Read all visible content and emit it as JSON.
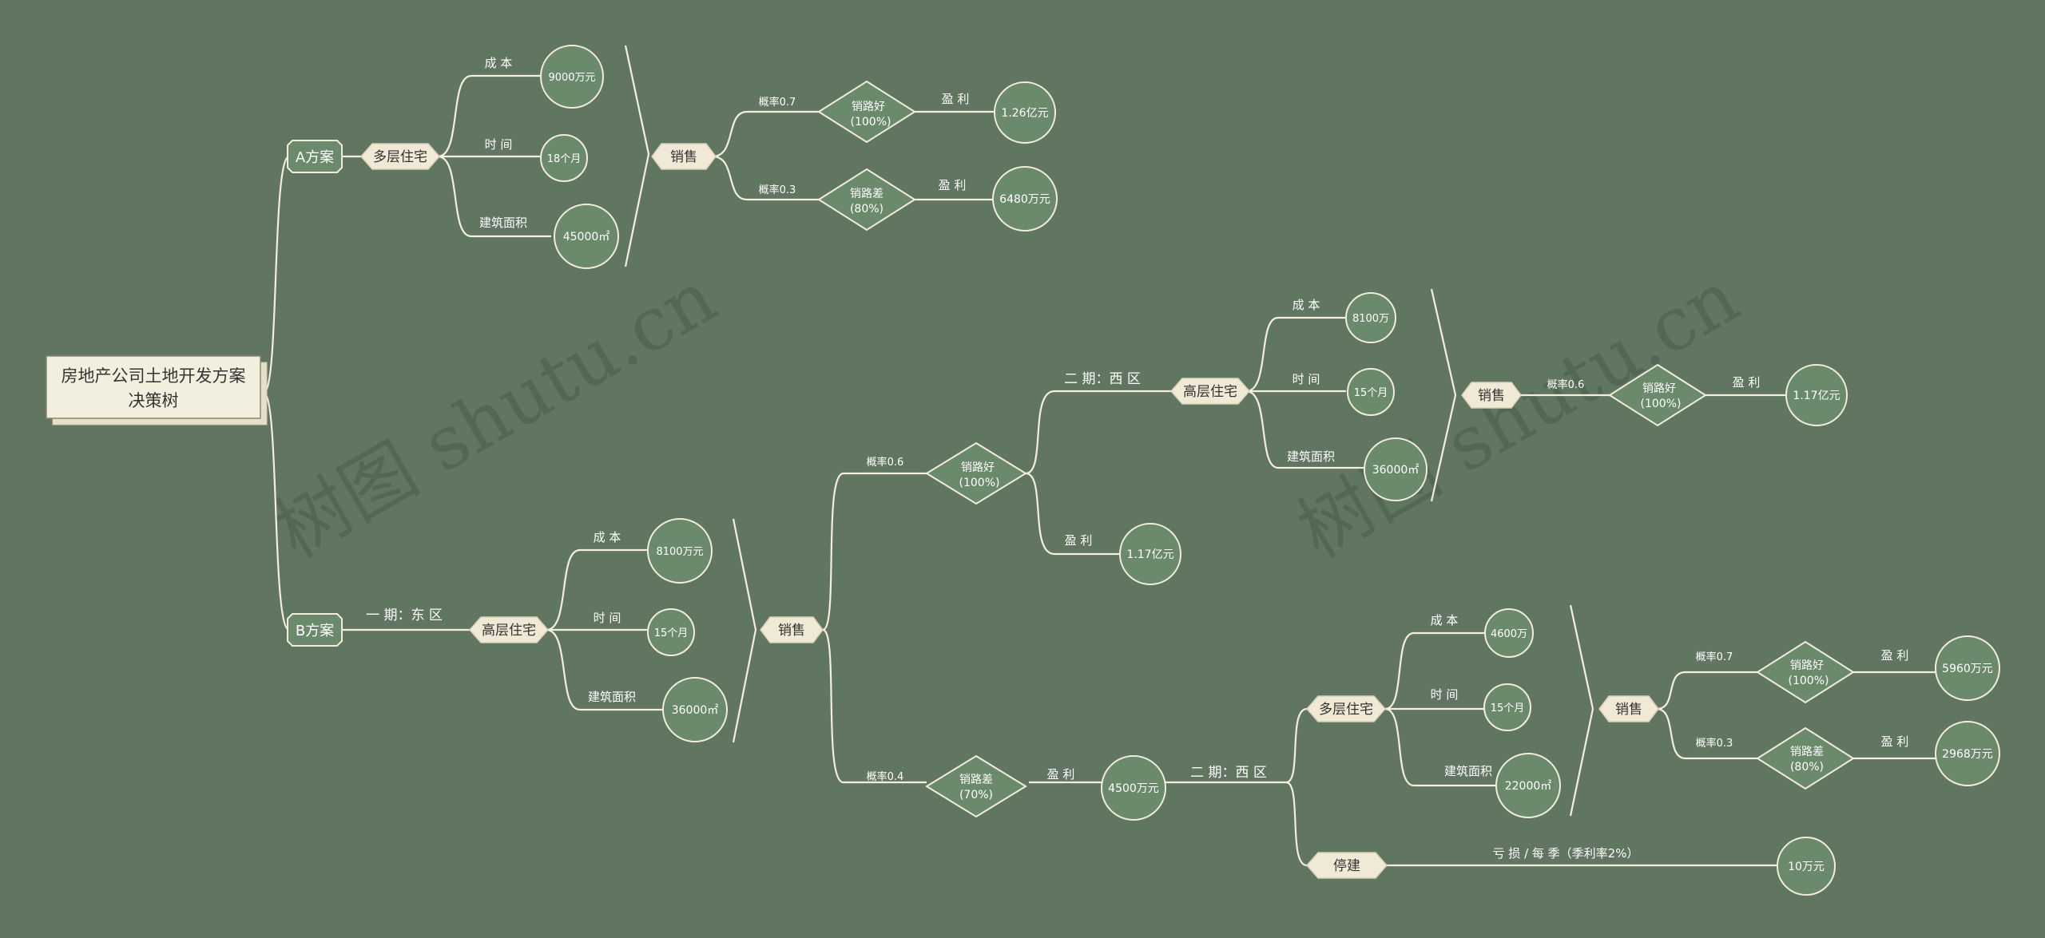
{
  "root": {
    "title_line1": "房地产公司土地开发方案",
    "title_line2": "决策树"
  },
  "watermark": {
    "text": "树图 shutu.cn"
  },
  "plan_a": {
    "label": "A方案",
    "building": "多层住宅",
    "cost_label": "成 本",
    "cost_value": "9000万元",
    "time_label": "时 间",
    "time_value": "18个月",
    "area_label": "建筑面积",
    "area_value": "45000㎡",
    "sale": "销售",
    "good_prob": "概率0.7",
    "good_line1": "销路好",
    "good_line2": "(100%)",
    "good_profit_label": "盈 利",
    "good_profit": "1.26亿元",
    "bad_prob": "概率0.3",
    "bad_line1": "销路差",
    "bad_line2": "(80%)",
    "bad_profit_label": "盈 利",
    "bad_profit": "6480万元"
  },
  "plan_b": {
    "label": "B方案",
    "phase1": "一 期：东 区",
    "building": "高层住宅",
    "cost_label": "成 本",
    "cost_value": "8100万元",
    "time_label": "时 间",
    "time_value": "15个月",
    "area_label": "建筑面积",
    "area_value": "36000㎡",
    "sale": "销售",
    "good_prob": "概率0.6",
    "good_line1": "销路好",
    "good_line2": "(100%)",
    "good_profit_label": "盈 利",
    "good_profit": "1.17亿元",
    "bad_prob": "概率0.4",
    "bad_line1": "销路差",
    "bad_line2": "(70%)",
    "bad_profit_label": "盈 利",
    "bad_profit": "4500万元",
    "west_good": {
      "phase": "二 期：西 区",
      "building": "高层住宅",
      "cost_label": "成 本",
      "cost_value": "8100万",
      "time_label": "时 间",
      "time_value": "15个月",
      "area_label": "建筑面积",
      "area_value": "36000㎡",
      "sale": "销售",
      "prob": "概率0.6",
      "line1": "销路好",
      "line2": "(100%)",
      "profit_label": "盈 利",
      "profit": "1.17亿元"
    },
    "west_bad": {
      "phase": "二 期：西 区",
      "building": "多层住宅",
      "cost_label": "成 本",
      "cost_value": "4600万",
      "time_label": "时 间",
      "time_value": "15个月",
      "area_label": "建筑面积",
      "area_value": "22000㎡",
      "sale": "销售",
      "good_prob": "概率0.7",
      "good_line1": "销路好",
      "good_line2": "(100%)",
      "good_profit_label": "盈 利",
      "good_profit": "5960万元",
      "bad_prob": "概率0.3",
      "bad_line1": "销路差",
      "bad_line2": "(80%)",
      "bad_profit_label": "盈 利",
      "bad_profit": "2968万元",
      "stop": "停建",
      "loss_label": "亏 损 / 每 季（季利率2%）",
      "loss_value": "10万元"
    }
  }
}
